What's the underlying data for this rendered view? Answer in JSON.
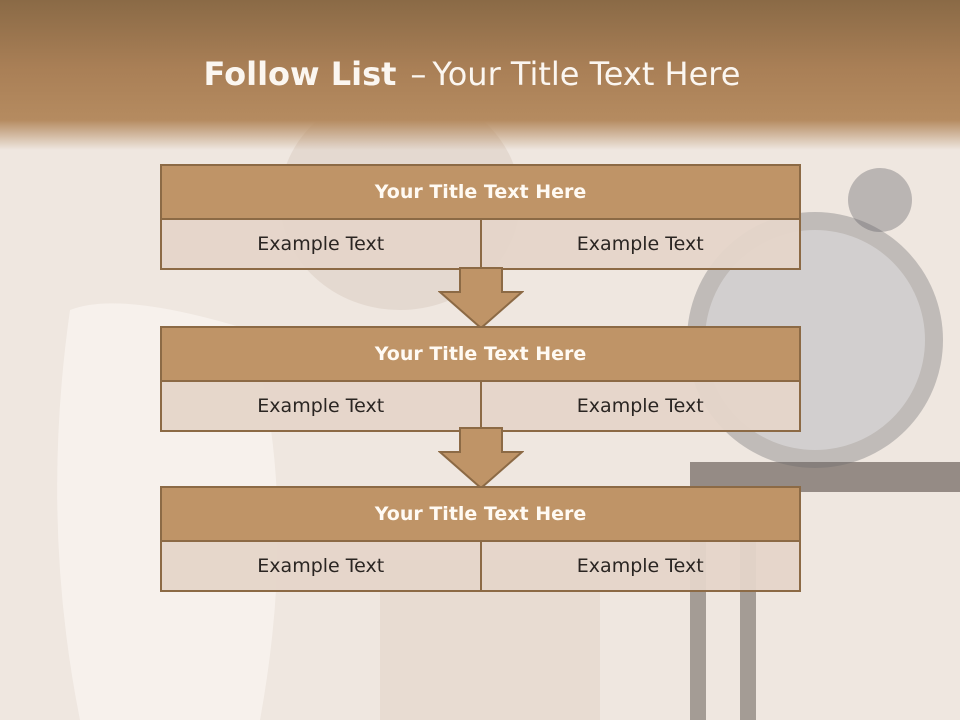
{
  "slide": {
    "title_bold": "Follow List",
    "title_dash": "–",
    "title_rest": "Your Title Text Here"
  },
  "steps": [
    {
      "title": "Your Title Text Here",
      "left": "Example Text",
      "right": "Example Text"
    },
    {
      "title": "Your Title Text Here",
      "left": "Example Text",
      "right": "Example Text"
    },
    {
      "title": "Your Title Text Here",
      "left": "Example Text",
      "right": "Example Text"
    }
  ],
  "colors": {
    "header_fill": "#bf9467",
    "border": "#8c6a45",
    "cell_fill": "#e5d5c9",
    "title_band": "#a97f56"
  }
}
